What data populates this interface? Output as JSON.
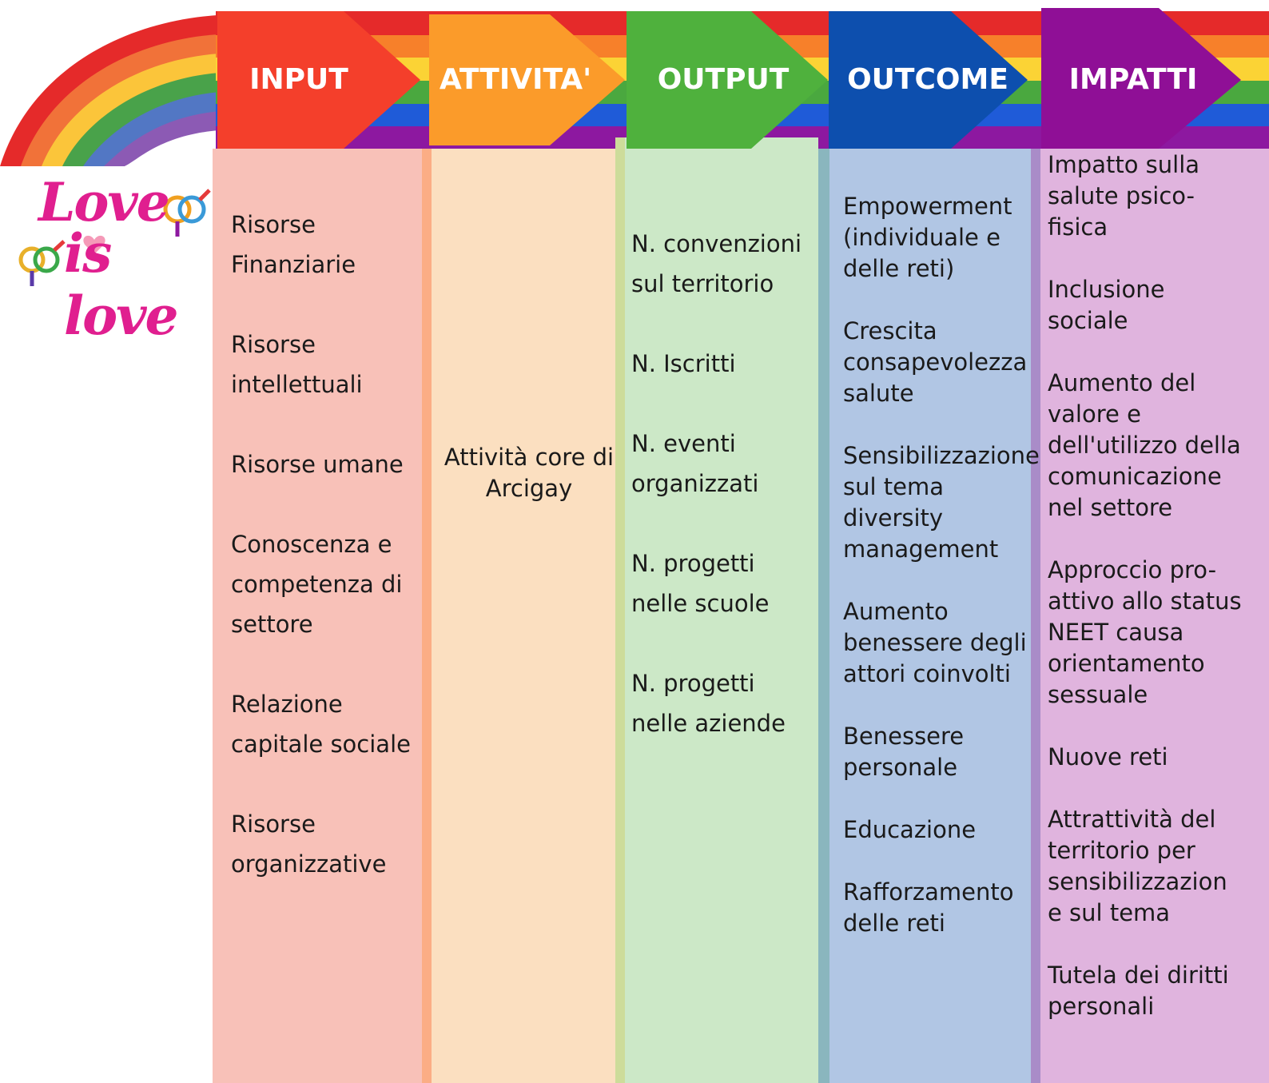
{
  "logo": {
    "line1": "Love",
    "line2": "is love"
  },
  "columns": [
    {
      "id": "input",
      "header": "INPUT",
      "color": "#f43f2b",
      "bg": "#f8c1b8",
      "items": [
        "Risorse Finanziarie",
        "Risorse intellettuali",
        "Risorse umane",
        "Conoscenza e competenza di settore",
        "Relazione capitale sociale",
        "Risorse organizzative"
      ]
    },
    {
      "id": "attivita",
      "header": "ATTIVITA'",
      "color": "#fb9b2a",
      "bg": "#fbdfc0",
      "items": [
        "Attività core di Arcigay"
      ]
    },
    {
      "id": "output",
      "header": "OUTPUT",
      "color": "#4fb13d",
      "bg": "#cce8c7",
      "items": [
        "N. convenzioni sul territorio",
        "N. Iscritti",
        "N. eventi organizzati",
        "N. progetti nelle scuole",
        "N. progetti nelle aziende"
      ]
    },
    {
      "id": "outcome",
      "header": "OUTCOME",
      "color": "#0d4fae",
      "bg": "#b1c6e4",
      "items": [
        "Empowerment (individuale e delle reti)",
        "Crescita consapevolezza salute",
        "Sensibilizzazione sul tema diversity management",
        "Aumento benessere degli attori coinvolti",
        "Benessere personale",
        "Educazione",
        "Rafforzamento delle reti"
      ]
    },
    {
      "id": "impatti",
      "header": "IMPATTI",
      "color": "#8f0f96",
      "bg": "#e0b4de",
      "items": [
        "Impatto sulla salute psico-fisica",
        "Inclusione sociale",
        "Aumento del valore e dell'utilizzo della comunicazione nel settore",
        "Approccio pro-attivo allo status NEET causa orientamento sessuale",
        "Nuove reti",
        "Attrattività del territorio per sensibilizzazion e sul tema",
        "Tutela dei diritti personali"
      ]
    }
  ],
  "rainbow_colors": [
    "#e52a2a",
    "#f7802a",
    "#fbd335",
    "#4aa83f",
    "#1f5bd8",
    "#8d18a0"
  ]
}
